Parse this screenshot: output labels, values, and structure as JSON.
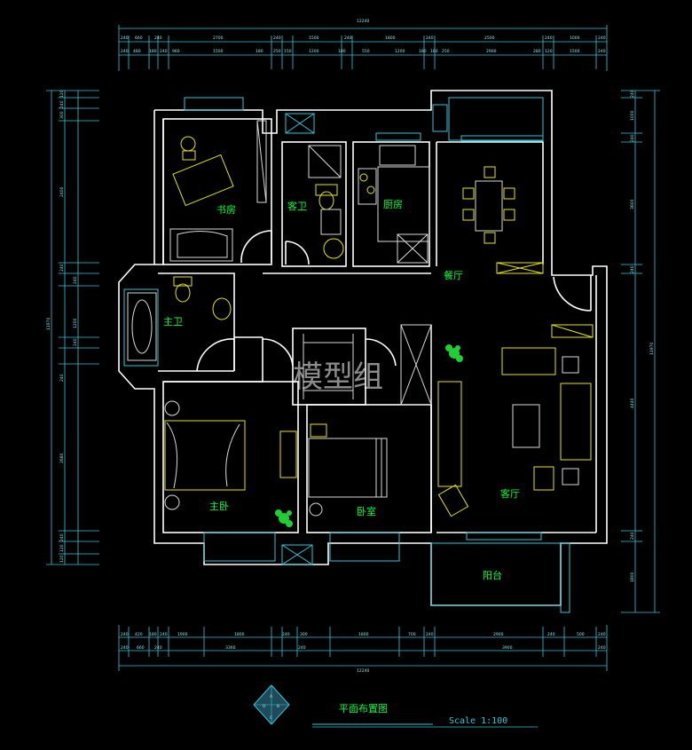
{
  "rooms": {
    "study": "书房",
    "guest_bath": "客卫",
    "kitchen": "厨房",
    "dining": "餐厅",
    "master_bath": "主卫",
    "living": "客厅",
    "master_bedroom": "主卧",
    "bedroom": "卧室",
    "balcony": "阳台"
  },
  "watermark": "模型组",
  "title": "平面布置图",
  "scale": "Scale 1:100",
  "compass": {
    "a": "A",
    "b": "B",
    "c": "C",
    "d": "D"
  },
  "dimensions": {
    "top_total": "12240",
    "top_row1": [
      "240",
      "660",
      "240",
      "2700",
      "240",
      "1500",
      "240",
      "1800",
      "240",
      "2500",
      "240",
      "1000",
      "240"
    ],
    "top_row2": [
      "240",
      "480",
      "180",
      "240",
      "960",
      "1500",
      "180",
      "250",
      "150",
      "1200",
      "180",
      "550",
      "1200",
      "180",
      "180",
      "250",
      "2900",
      "280",
      "120",
      "1500",
      "240"
    ],
    "bottom_total": "12240",
    "bottom_row1": [
      "240",
      "420",
      "180",
      "240",
      "1900",
      "1800",
      "240",
      "300",
      "1800",
      "700",
      "240",
      "2900",
      "240",
      "500",
      "240"
    ],
    "bottom_row2": [
      "240",
      "660",
      "240",
      "3360",
      "240",
      "3900",
      "240"
    ],
    "left_total": "11970",
    "left_row": [
      "120",
      "240",
      "300",
      "2400",
      "240",
      "240",
      "1200",
      "240",
      "240",
      "2680",
      "240",
      "120",
      "120"
    ],
    "right_total": "11970",
    "right_row": [
      "240",
      "1000",
      "240",
      "3600",
      "240",
      "4440",
      "240",
      "1800"
    ]
  },
  "colors": {
    "dimension": "#2fc7d9",
    "wall": "#ffffff",
    "furniture": "#e6e600",
    "room_label": "#00ff3c",
    "background": "#000000"
  }
}
